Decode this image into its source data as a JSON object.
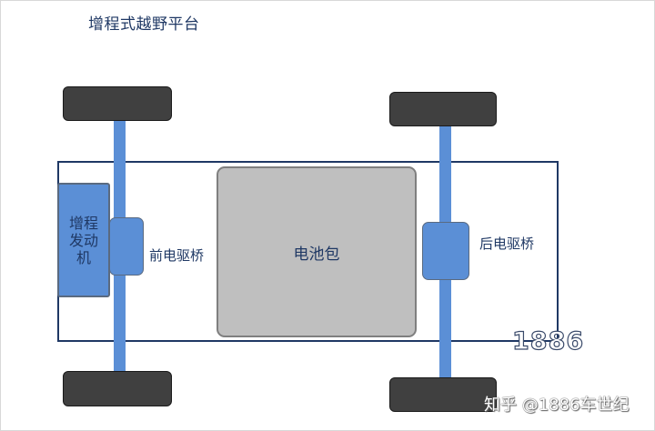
{
  "title": "增程式越野平台",
  "components": {
    "engine": "增程发动机",
    "battery": "电池包",
    "front_motor": "前电驱桥",
    "rear_motor": "后电驱桥"
  },
  "watermarks": {
    "number": "1886",
    "credit": "知乎 @1886车世纪"
  },
  "colors": {
    "axle_blue": "#5b8fd6",
    "wheel": "#404040",
    "battery": "#bfbfbf",
    "outline": "#1f3864"
  }
}
